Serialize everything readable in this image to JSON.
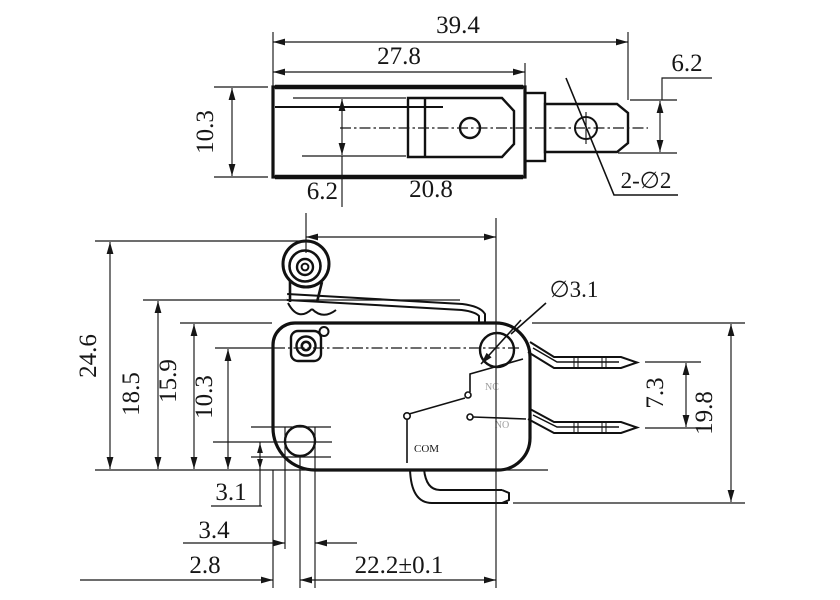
{
  "labels": {
    "top_total_len": "39.4",
    "top_body_len": "27.8",
    "top_body_h": "10.3",
    "top_plunger": "6.2",
    "top_shaft_dia": "6.2",
    "top_holes": "2-∅2",
    "front_roller_x": "20.8",
    "front_total_h": "24.6",
    "front_lever_h": "18.5",
    "front_body_h": "15.9",
    "front_hinge_h": "10.3",
    "front_hole_dia": "∅3.1",
    "front_term_gap": "7.3",
    "front_term_h": "19.8",
    "front_hole_up": "3.1",
    "front_hole_w": "3.4",
    "front_edge_off": "2.8",
    "front_mount_pitch": "22.2±0.1",
    "term_com": "COM",
    "term_nc": "NC",
    "term_no": "NO"
  },
  "colors": {
    "line": "#161616",
    "background": "#ffffff",
    "faint_text": "#9e9e9e"
  }
}
